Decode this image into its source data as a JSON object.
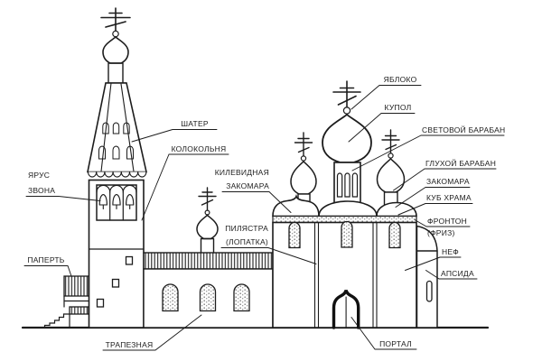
{
  "colors": {
    "line": "#1c1c1c",
    "background": "#ffffff"
  },
  "labels": {
    "shater": "ШАТЕР",
    "kolokolnya": "КОЛОКОЛЬНЯ",
    "yarus_line1": "ЯРУС",
    "yarus_line2": "ЗВОНА",
    "papert": "ПАПЕРТЬ",
    "trapeznaya": "ТРАПЕЗНАЯ",
    "kilevidnaya_line1": "КИЛЕВИДНАЯ",
    "kilevidnaya_line2": "ЗАКОМАРА",
    "pilyastra_line1": "ПИЛЯСТРА",
    "pilyastra_line2": "(ЛОПАТКА)",
    "portal": "ПОРТАЛ",
    "yabloko": "ЯБЛОКО",
    "kupol": "КУПОЛ",
    "svetovoy_baraban": "СВЕТОВОЙ БАРАБАН",
    "glukhoy_baraban": "ГЛУХОЙ БАРАБАН",
    "zakomara": "ЗАКОМАРА",
    "kub_khrama": "КУБ ХРАМА",
    "fronton_line1": "ФРОНТОН",
    "fronton_line2": "(ФРИЗ)",
    "nef": "НЕФ",
    "apsida": "АПСИДА"
  }
}
